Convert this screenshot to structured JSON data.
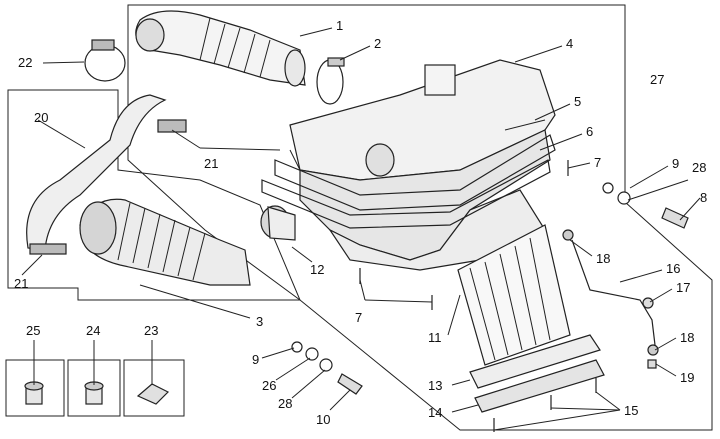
{
  "diagram": {
    "labels": {
      "p1": "1",
      "p2": "2",
      "p3": "3",
      "p4": "4",
      "p5": "5",
      "p6": "6",
      "p7a": "7",
      "p7b": "7",
      "p8": "8",
      "p9a": "9",
      "p9b": "9",
      "p10": "10",
      "p11": "11",
      "p12": "12",
      "p13": "13",
      "p14": "14",
      "p15": "15",
      "p16": "16",
      "p17": "17",
      "p18a": "18",
      "p18b": "18",
      "p19": "19",
      "p20": "20",
      "p21a": "21",
      "p21b": "21",
      "p22": "22",
      "p23": "23",
      "p24": "24",
      "p25": "25",
      "p26": "26",
      "p27": "27",
      "p28a": "28",
      "p28b": "28"
    }
  }
}
